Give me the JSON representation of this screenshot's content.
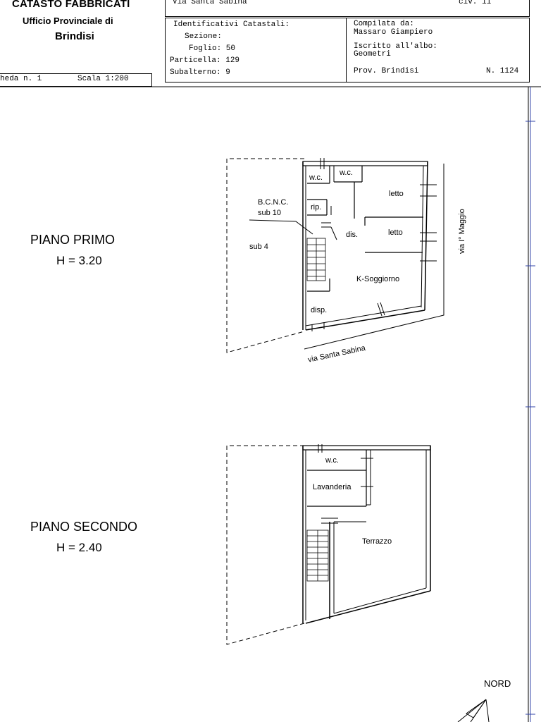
{
  "header": {
    "title": "CATASTO FABBRICATI",
    "office": "Ufficio Provinciale di",
    "city": "Brindisi",
    "address": "Via Santa Sabina",
    "civic": "civ. 11",
    "sheet": "heda n. 1",
    "scale": "Scala 1:200",
    "identifiers": {
      "heading": "Identificativi Catastali:",
      "sezione": "Sezione:",
      "foglio": "Foglio: 50",
      "particella": "Particella: 129",
      "subalterno": "Subalterno: 9"
    },
    "compiler": {
      "heading": "Compilata da:",
      "name": "Massaro Giampiero",
      "register_heading": "Iscritto all'albo:",
      "register": "Geometri",
      "province": "Prov. Brindisi",
      "number": "N.  1124"
    }
  },
  "floors": [
    {
      "name": "PIANO PRIMO",
      "height": "H = 3.20",
      "rooms": {
        "wc1": "w.c.",
        "wc2": "w.c.",
        "letto1": "letto",
        "letto2": "letto",
        "bcnc": "B.C.N.C.",
        "sub10": "sub 10",
        "rip": "rip.",
        "dis": "dis.",
        "sub4": "sub 4",
        "soggiorno": "K-Soggiorno",
        "disp": "disp."
      },
      "streets": {
        "side": "via I° Maggio",
        "front": "via Santa Sabina"
      }
    },
    {
      "name": "PIANO SECONDO",
      "height": "H = 2.40",
      "rooms": {
        "wc": "w.c.",
        "lavanderia": "Lavanderia",
        "terrazzo": "Terrazzo"
      }
    }
  ],
  "north_label": "NORD"
}
